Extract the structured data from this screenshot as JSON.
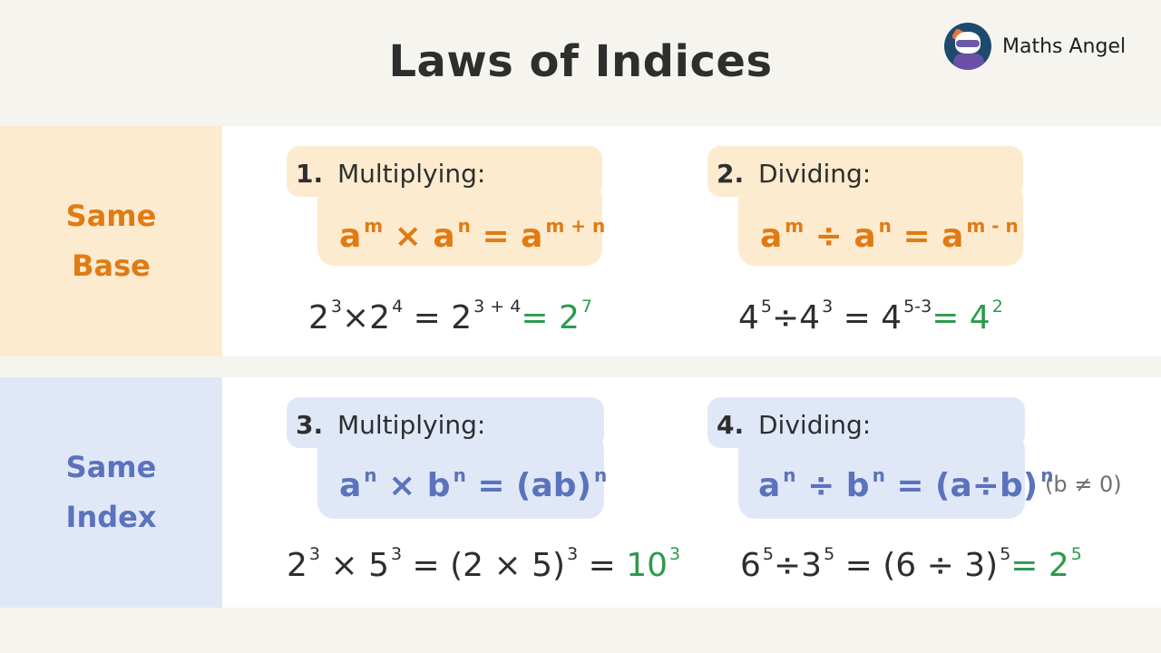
{
  "title": "Laws of Indices",
  "brand": {
    "name": "Maths Angel",
    "icon": "cat-mascot-avatar"
  },
  "colors": {
    "orange": "#e07b14",
    "orange_bg": "#fdebd0",
    "blue": "#5b73bd",
    "blue_bg": "#e0e8f8",
    "green": "#2d9a4e",
    "page_bg": "#f5f4ef"
  },
  "sections": [
    {
      "label_line1": "Same",
      "label_line2": "Base",
      "laws": [
        {
          "number": "1.",
          "name": "Multiplying:",
          "formula": {
            "b1": "a",
            "e1": "m",
            "op": " × ",
            "b2": "a",
            "e2": "n",
            "eq": " = ",
            "b3": "a",
            "e3": "m + n"
          },
          "example": {
            "p1": "2",
            "e1": "3",
            "op": "×",
            "p2": "2",
            "e2": "4",
            "eq1": " =  ",
            "p3": "2",
            "e3": "3 + 4",
            "eq2": "= ",
            "res": "2",
            "res_exp": "7"
          }
        },
        {
          "number": "2.",
          "name": "Dividing:",
          "formula": {
            "b1": "a",
            "e1": "m",
            "op": " ÷ ",
            "b2": "a",
            "e2": "n",
            "eq": " = ",
            "b3": "a",
            "e3": "m - n"
          },
          "example": {
            "p1": "4",
            "e1": "5",
            "op": "÷",
            "p2": "4",
            "e2": "3",
            "eq1": "  = ",
            "p3": "4",
            "e3": "5-3",
            "eq2": "= ",
            "res": "4",
            "res_exp": "2"
          }
        }
      ]
    },
    {
      "label_line1": "Same",
      "label_line2": "Index",
      "laws": [
        {
          "number": "3.",
          "name": "Multiplying:",
          "formula": {
            "b1": "a",
            "e1": "n",
            "op": " × ",
            "b2": "b",
            "e2": "n",
            "eq": " = ",
            "b3": "(ab)",
            "e3": "n"
          },
          "example": {
            "p1": "2",
            "e1": "3",
            "op": " × ",
            "p2": "5",
            "e2": "3",
            "eq1": " = ",
            "p3": "(2 × 5)",
            "e3": "3",
            "eq2": " = ",
            "res": "10",
            "res_exp": "3"
          }
        },
        {
          "number": "4.",
          "name": "Dividing:",
          "formula": {
            "b1": "a",
            "e1": "n",
            "op": " ÷ ",
            "b2": "b",
            "e2": "n",
            "eq": " = ",
            "b3": "(a÷b)",
            "e3": "n"
          },
          "note": "(b ≠ 0)",
          "example": {
            "p1": "6",
            "e1": "5",
            "op": "÷",
            "p2": "3",
            "e2": "5",
            "eq1": " = ",
            "p3": "(6 ÷ 3)",
            "e3": "5",
            "eq2": "= ",
            "res": "2",
            "res_exp": "5"
          }
        }
      ]
    }
  ]
}
